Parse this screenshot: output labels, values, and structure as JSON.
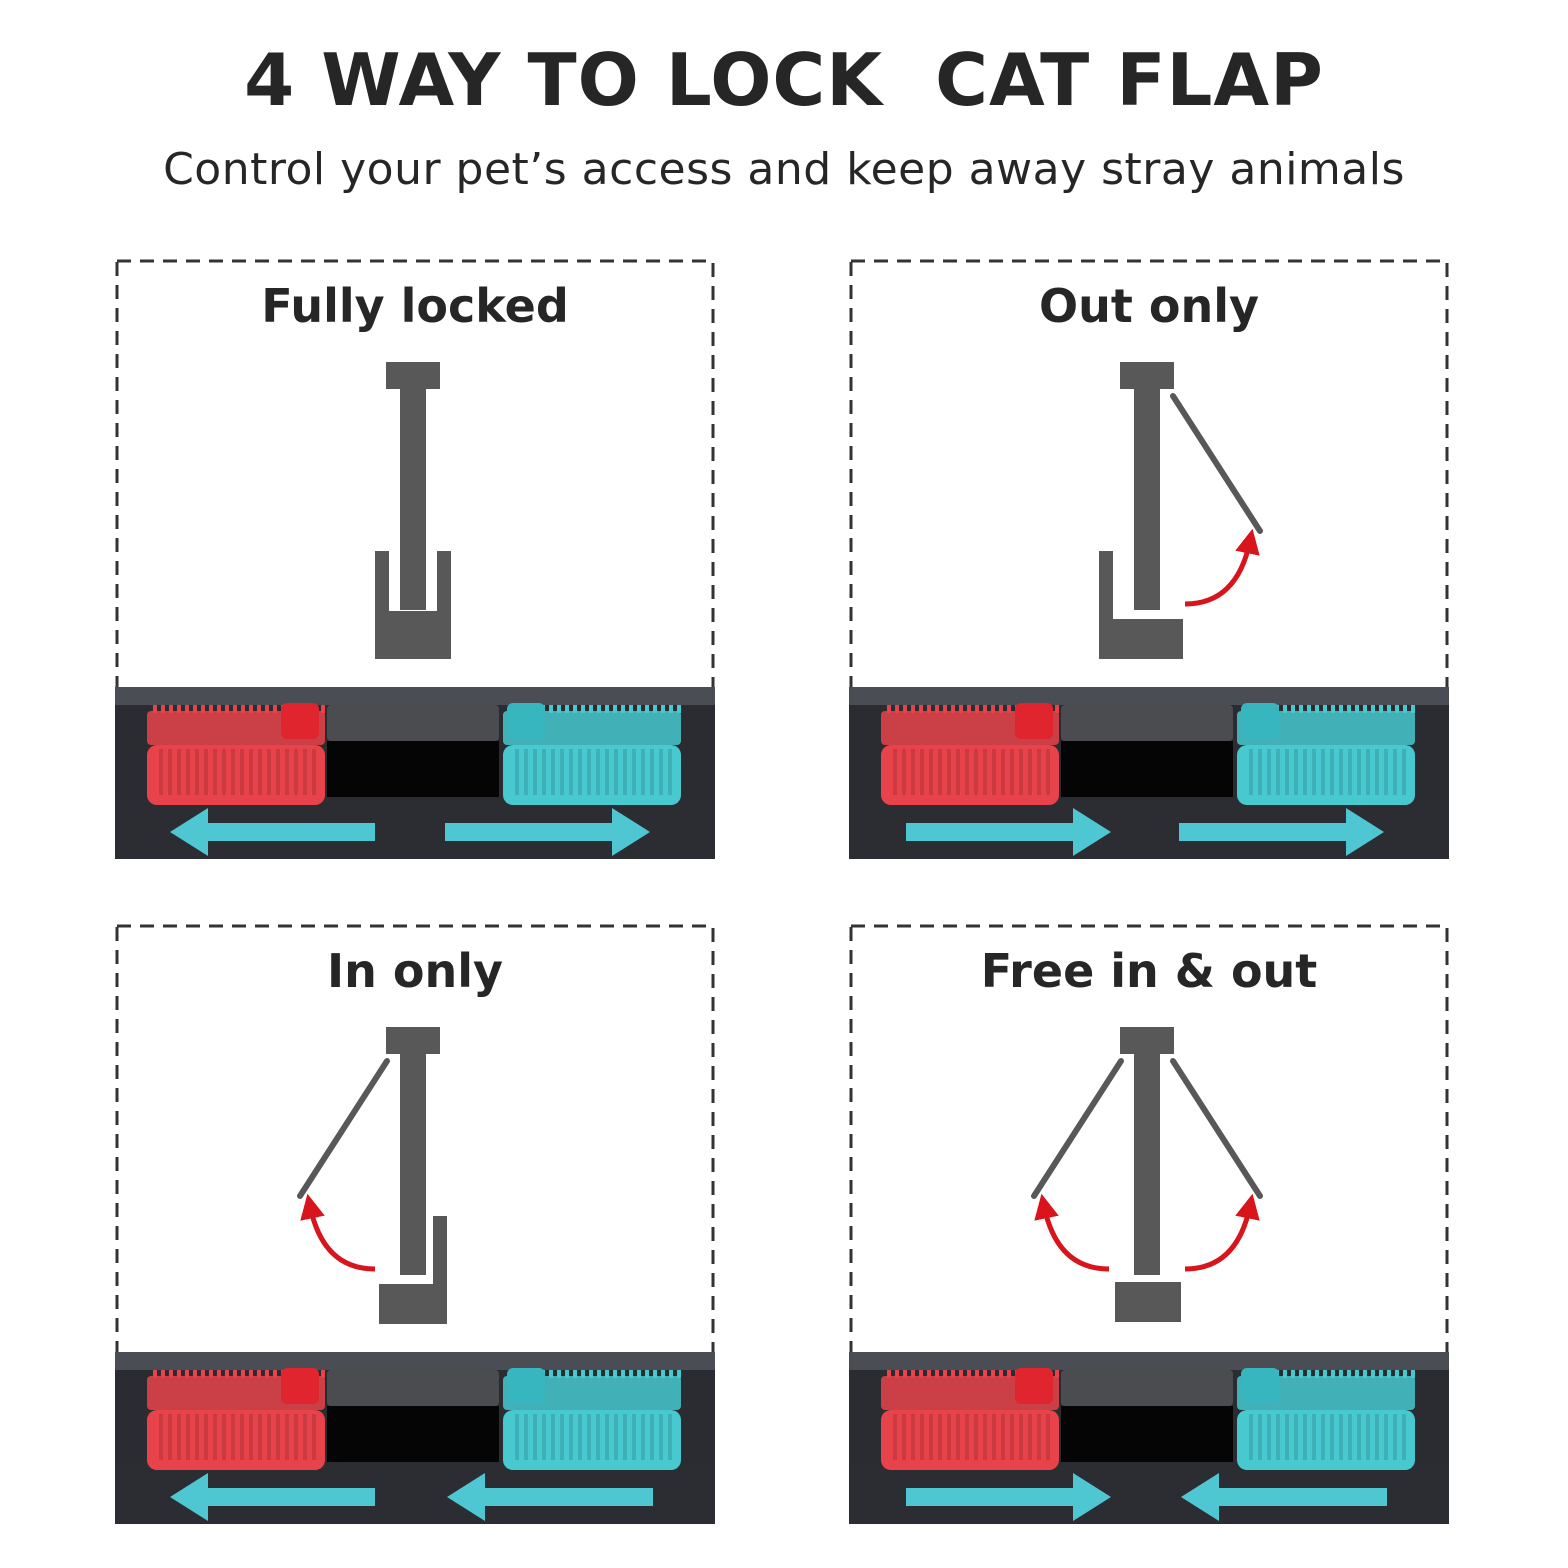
{
  "header": {
    "title": "4 WAY TO LOCK  CAT FLAP",
    "subtitle": "Control your pet’s access and keep away stray animals"
  },
  "modes": [
    {
      "label": "Fully locked",
      "flap_swings": [],
      "red_slider": "left",
      "blue_slider": "right"
    },
    {
      "label": "Out only",
      "flap_swings": [
        "out"
      ],
      "red_slider": "right",
      "blue_slider": "right"
    },
    {
      "label": "In only",
      "flap_swings": [
        "in"
      ],
      "red_slider": "left",
      "blue_slider": "left"
    },
    {
      "label": "Free in & out",
      "flap_swings": [
        "in",
        "out"
      ],
      "red_slider": "right",
      "blue_slider": "left"
    }
  ],
  "colors": {
    "text": "#262626",
    "flap": "#585858",
    "swing_arrow": "#d8141c",
    "red_slider": "#e8434a",
    "blue_slider": "#47c9cf",
    "direction_arrow": "#4fc7d3",
    "housing": "#2a2c31"
  }
}
